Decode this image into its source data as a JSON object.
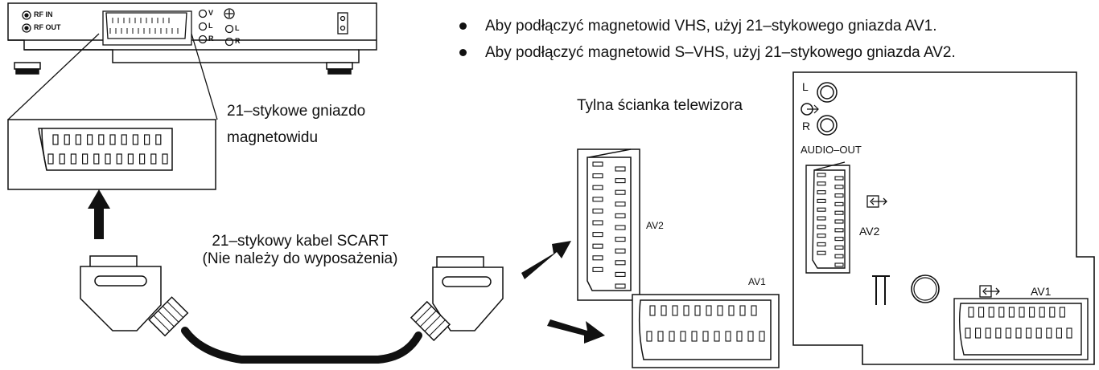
{
  "instructions": [
    "Aby podłączyć magnetowid VHS, użyj 21–stykowego gniazda AV1.",
    "Aby podłączyć magnetowid S–VHS, użyj 21–stykowego gniazda AV2."
  ],
  "vcr": {
    "rf_in": "RF IN",
    "rf_out": "RF OUT",
    "jack_v": "V",
    "jack_l": "L",
    "jack_r": "R",
    "jack_l2": "L",
    "jack_r2": "R"
  },
  "labels": {
    "vcr_socket_line1": "21–stykowe gniazdo",
    "vcr_socket_line2": "magnetowidu",
    "cable_line1": "21–stykowy kabel SCART",
    "cable_line2": "(Nie należy do wyposażenia)",
    "tv_back": "Tylna ścianka telewizora",
    "av2_detail": "AV2",
    "av1_detail": "AV1"
  },
  "tv_panel": {
    "audio_l": "L",
    "audio_r": "R",
    "audio_out": "AUDIO–OUT",
    "av2": "AV2",
    "av1": "AV1"
  }
}
